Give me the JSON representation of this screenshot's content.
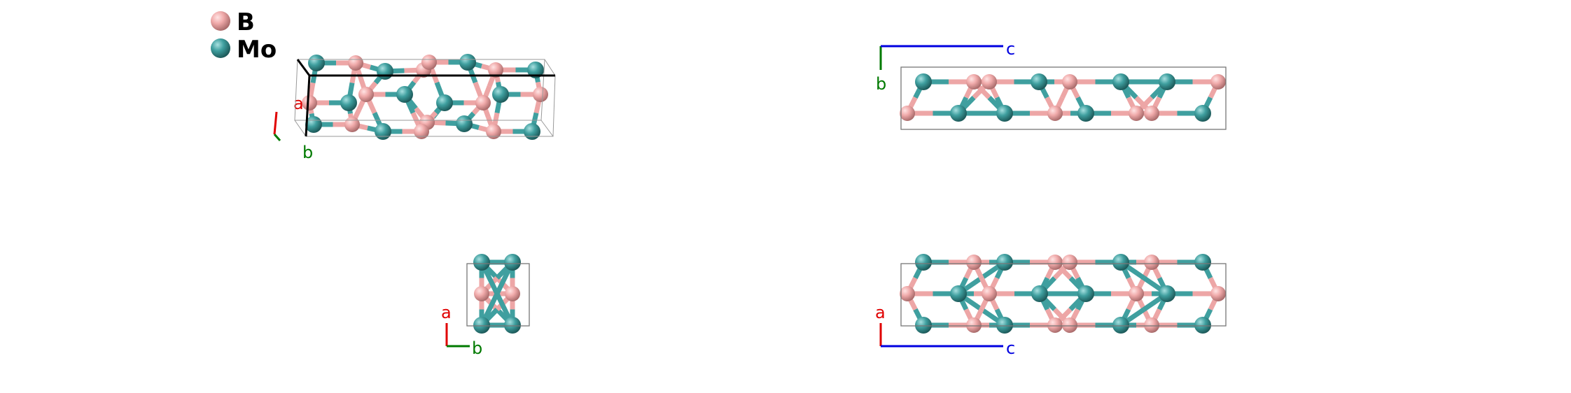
{
  "legend": [
    {
      "element": "B",
      "color": "#f0aaaa"
    },
    {
      "element": "Mo",
      "color": "#3f9f9f"
    }
  ],
  "axis_colors": {
    "a": "#e00000",
    "b": "#007a00",
    "c": "#0000e0"
  },
  "views": [
    {
      "name": "perspective",
      "axes": [
        "a",
        "b"
      ]
    },
    {
      "name": "view-bc",
      "axes": [
        "b",
        "c"
      ]
    },
    {
      "name": "view-ab",
      "axes": [
        "a",
        "b"
      ]
    },
    {
      "name": "view-ac",
      "axes": [
        "a",
        "c"
      ]
    }
  ]
}
